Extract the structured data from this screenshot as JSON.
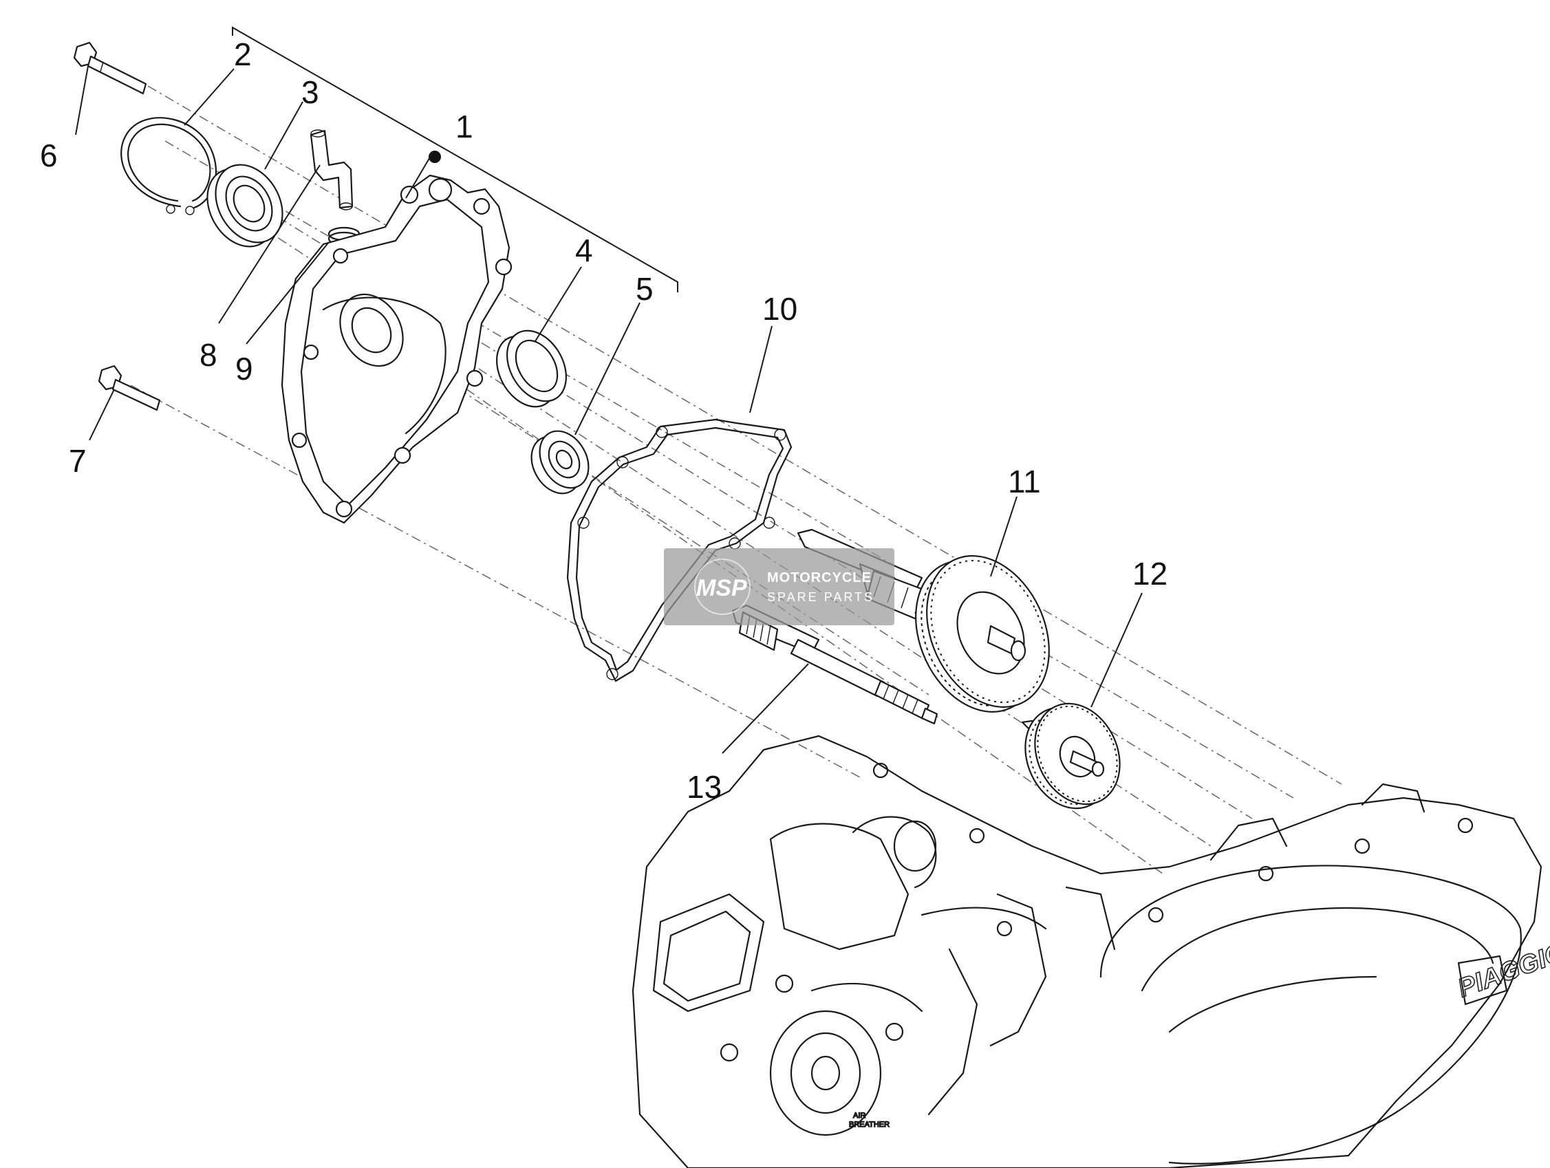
{
  "diagram": {
    "part_labels": [
      "1",
      "2",
      "3",
      "4",
      "5",
      "6",
      "7",
      "8",
      "9",
      "10",
      "11",
      "12",
      "13"
    ],
    "watermark": {
      "logo_text": "MSP",
      "title": "MOTORCYCLE",
      "subtitle": "SPARE PARTS",
      "color": "#9a9a9a"
    },
    "engine_brand": "PIAGGIO",
    "breather_label_1": "AIR",
    "breather_label_2": "BREATHER"
  }
}
